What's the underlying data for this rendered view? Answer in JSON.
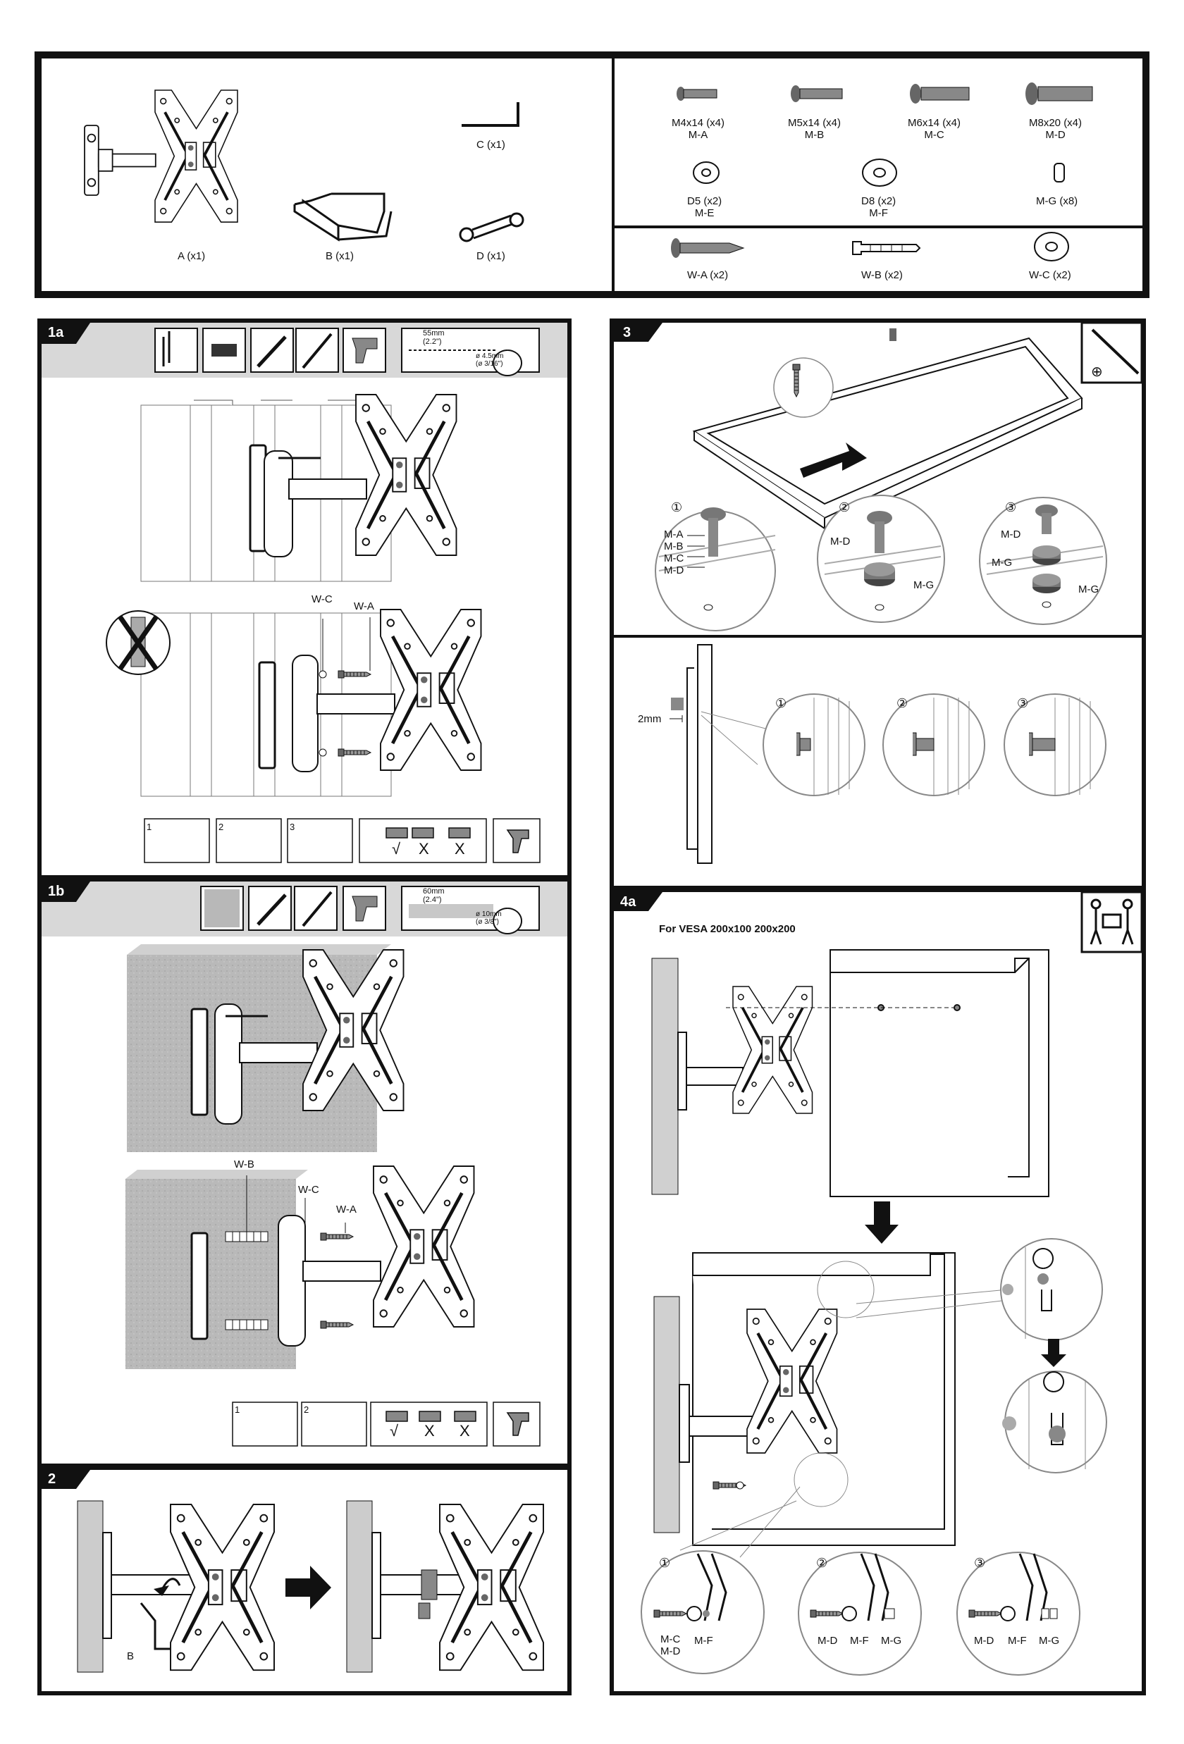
{
  "parts_left": [
    {
      "name": "A",
      "text": "A (x1)"
    },
    {
      "name": "B",
      "text": "B (x1)"
    },
    {
      "name": "C",
      "text": "C (x1)"
    },
    {
      "name": "D",
      "text": "D (x1)"
    }
  ],
  "parts_right": [
    {
      "l1": "M4x14 (x4)",
      "l2": "M-A"
    },
    {
      "l1": "M5x14 (x4)",
      "l2": "M-B"
    },
    {
      "l1": "M6x14 (x4)",
      "l2": "M-C"
    },
    {
      "l1": "M8x20 (x4)",
      "l2": "M-D"
    },
    {
      "l1": "D5 (x2)",
      "l2": "M-E"
    },
    {
      "l1": "D8 (x2)",
      "l2": "M-F"
    },
    {
      "l1": "M-G (x8)",
      "l2": ""
    },
    {
      "l1": "W-A (x2)",
      "l2": ""
    },
    {
      "l1": "W-B (x2)",
      "l2": ""
    },
    {
      "l1": "W-C (x2)",
      "l2": ""
    }
  ],
  "steps": {
    "s1a": "1a",
    "s1b": "1b",
    "s2": "2",
    "s3": "3",
    "s4a": "4a"
  },
  "drill_1a": {
    "depth": "55mm",
    "depth_in": "(2.2\")",
    "dia": "ø 4.5mm",
    "dia_in": "(ø 3/16\")"
  },
  "drill_1b": {
    "depth": "60mm",
    "depth_in": "(2.4\")",
    "dia": "ø 10mm",
    "dia_in": "(ø 3/8\")"
  },
  "callouts": {
    "wc": "W-C",
    "wa": "W-A",
    "wb": "W-B",
    "b": "B",
    "ma": "M-A",
    "mb": "M-B",
    "mc": "M-C",
    "md": "M-D",
    "mf": "M-F",
    "mg": "M-G",
    "gap": "2mm"
  },
  "sub": {
    "n1": "1",
    "n2": "2",
    "n3": "3",
    "ok": "√",
    "no": "X"
  },
  "circ": {
    "c1": "①",
    "c2": "②",
    "c3": "③",
    "plus": "⊕"
  },
  "vesa_text": "For VESA 200x100 200x200"
}
